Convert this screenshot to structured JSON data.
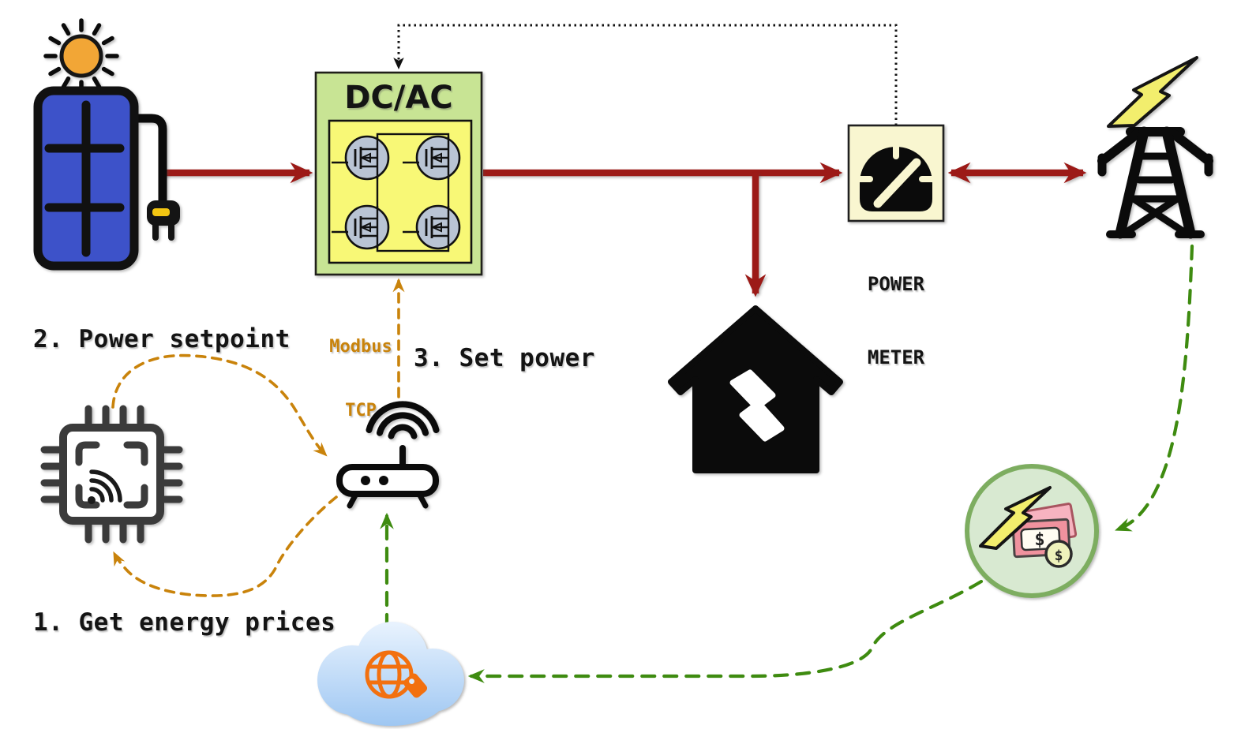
{
  "diagram_title": "Solar PV home energy management control loop",
  "labels": {
    "inverter": "DC/AC",
    "meter_line1": "POWER",
    "meter_line2": "METER",
    "protocol_line1": "Modbus",
    "protocol_line2": "TCP",
    "step1": "1. Get energy prices",
    "step2": "2. Power setpoint",
    "step3": "3. Set power",
    "bill_dollar": "$",
    "coin_dollar": "$"
  },
  "colors": {
    "power_flow_red": "#9c1a17",
    "control_orange": "#c9830b",
    "data_green": "#3e8b10",
    "measurement_black": "#101010",
    "inverter_fill": "#c8e494",
    "inverter_inner_fill": "#f8f876",
    "mosfet_fill": "#b9c4d4",
    "meter_fill": "#f9f6d0",
    "price_circle_fill": "#d8e9d1",
    "price_circle_border": "#7dad60",
    "panel_blue": "#3d52c9",
    "sun_orange": "#f2a636",
    "cloud_blue_top": "#e9f3fe",
    "cloud_blue_bottom": "#9dc6f2",
    "globe_orange": "#f2700f",
    "bolt_yellow": "#f2ee6d",
    "chip_gray": "#3b3b3b",
    "bill_pink": "#f0929e",
    "coin_yellow": "#eef2bb"
  },
  "icons": {
    "sun-icon": "sun with rays above solar panel",
    "solar-panel-icon": "blue PV panel with plug",
    "inverter-mosfet-bridge-icon": "4-MOSFET H-bridge inside DC/AC box",
    "power-meter-gauge-icon": "gauge dial in power meter box",
    "grid-tower-icon": "transmission pylon with lightning bolt",
    "house-load-icon": "house silhouette with lightning cutout",
    "mcu-chip-icon": "microcontroller chip with wifi mark",
    "wifi-router-icon": "wifi router with antenna",
    "cloud-internet-icon": "cloud with orange globe and price tag",
    "energy-price-icon": "green circle with bolt, banknotes and coin"
  }
}
